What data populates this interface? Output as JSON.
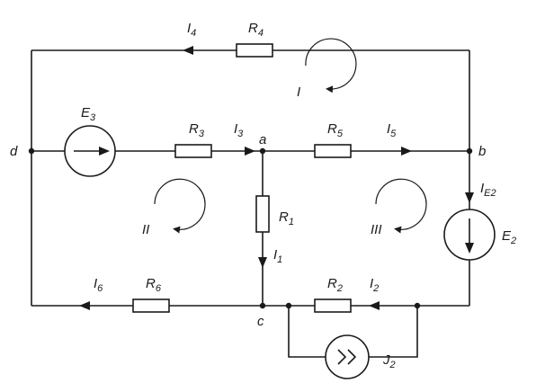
{
  "nodes": {
    "a": "a",
    "b": "b",
    "c": "c",
    "d": "d"
  },
  "resistors": {
    "R1": {
      "main": "R",
      "sub": "1"
    },
    "R2": {
      "main": "R",
      "sub": "2"
    },
    "R3": {
      "main": "R",
      "sub": "3"
    },
    "R4": {
      "main": "R",
      "sub": "4"
    },
    "R5": {
      "main": "R",
      "sub": "5"
    },
    "R6": {
      "main": "R",
      "sub": "6"
    }
  },
  "currents": {
    "I1": {
      "main": "I",
      "sub": "1"
    },
    "I2": {
      "main": "I",
      "sub": "2"
    },
    "I3": {
      "main": "I",
      "sub": "3"
    },
    "I4": {
      "main": "I",
      "sub": "4"
    },
    "I5": {
      "main": "I",
      "sub": "5"
    },
    "I6": {
      "main": "I",
      "sub": "6"
    },
    "IE2": {
      "main": "I",
      "sub": "E2"
    }
  },
  "sources": {
    "E2": {
      "main": "E",
      "sub": "2"
    },
    "E3": {
      "main": "E",
      "sub": "3"
    },
    "J2": {
      "main": "J",
      "sub": "2"
    }
  },
  "loops": {
    "I": "I",
    "II": "II",
    "III": "III"
  }
}
